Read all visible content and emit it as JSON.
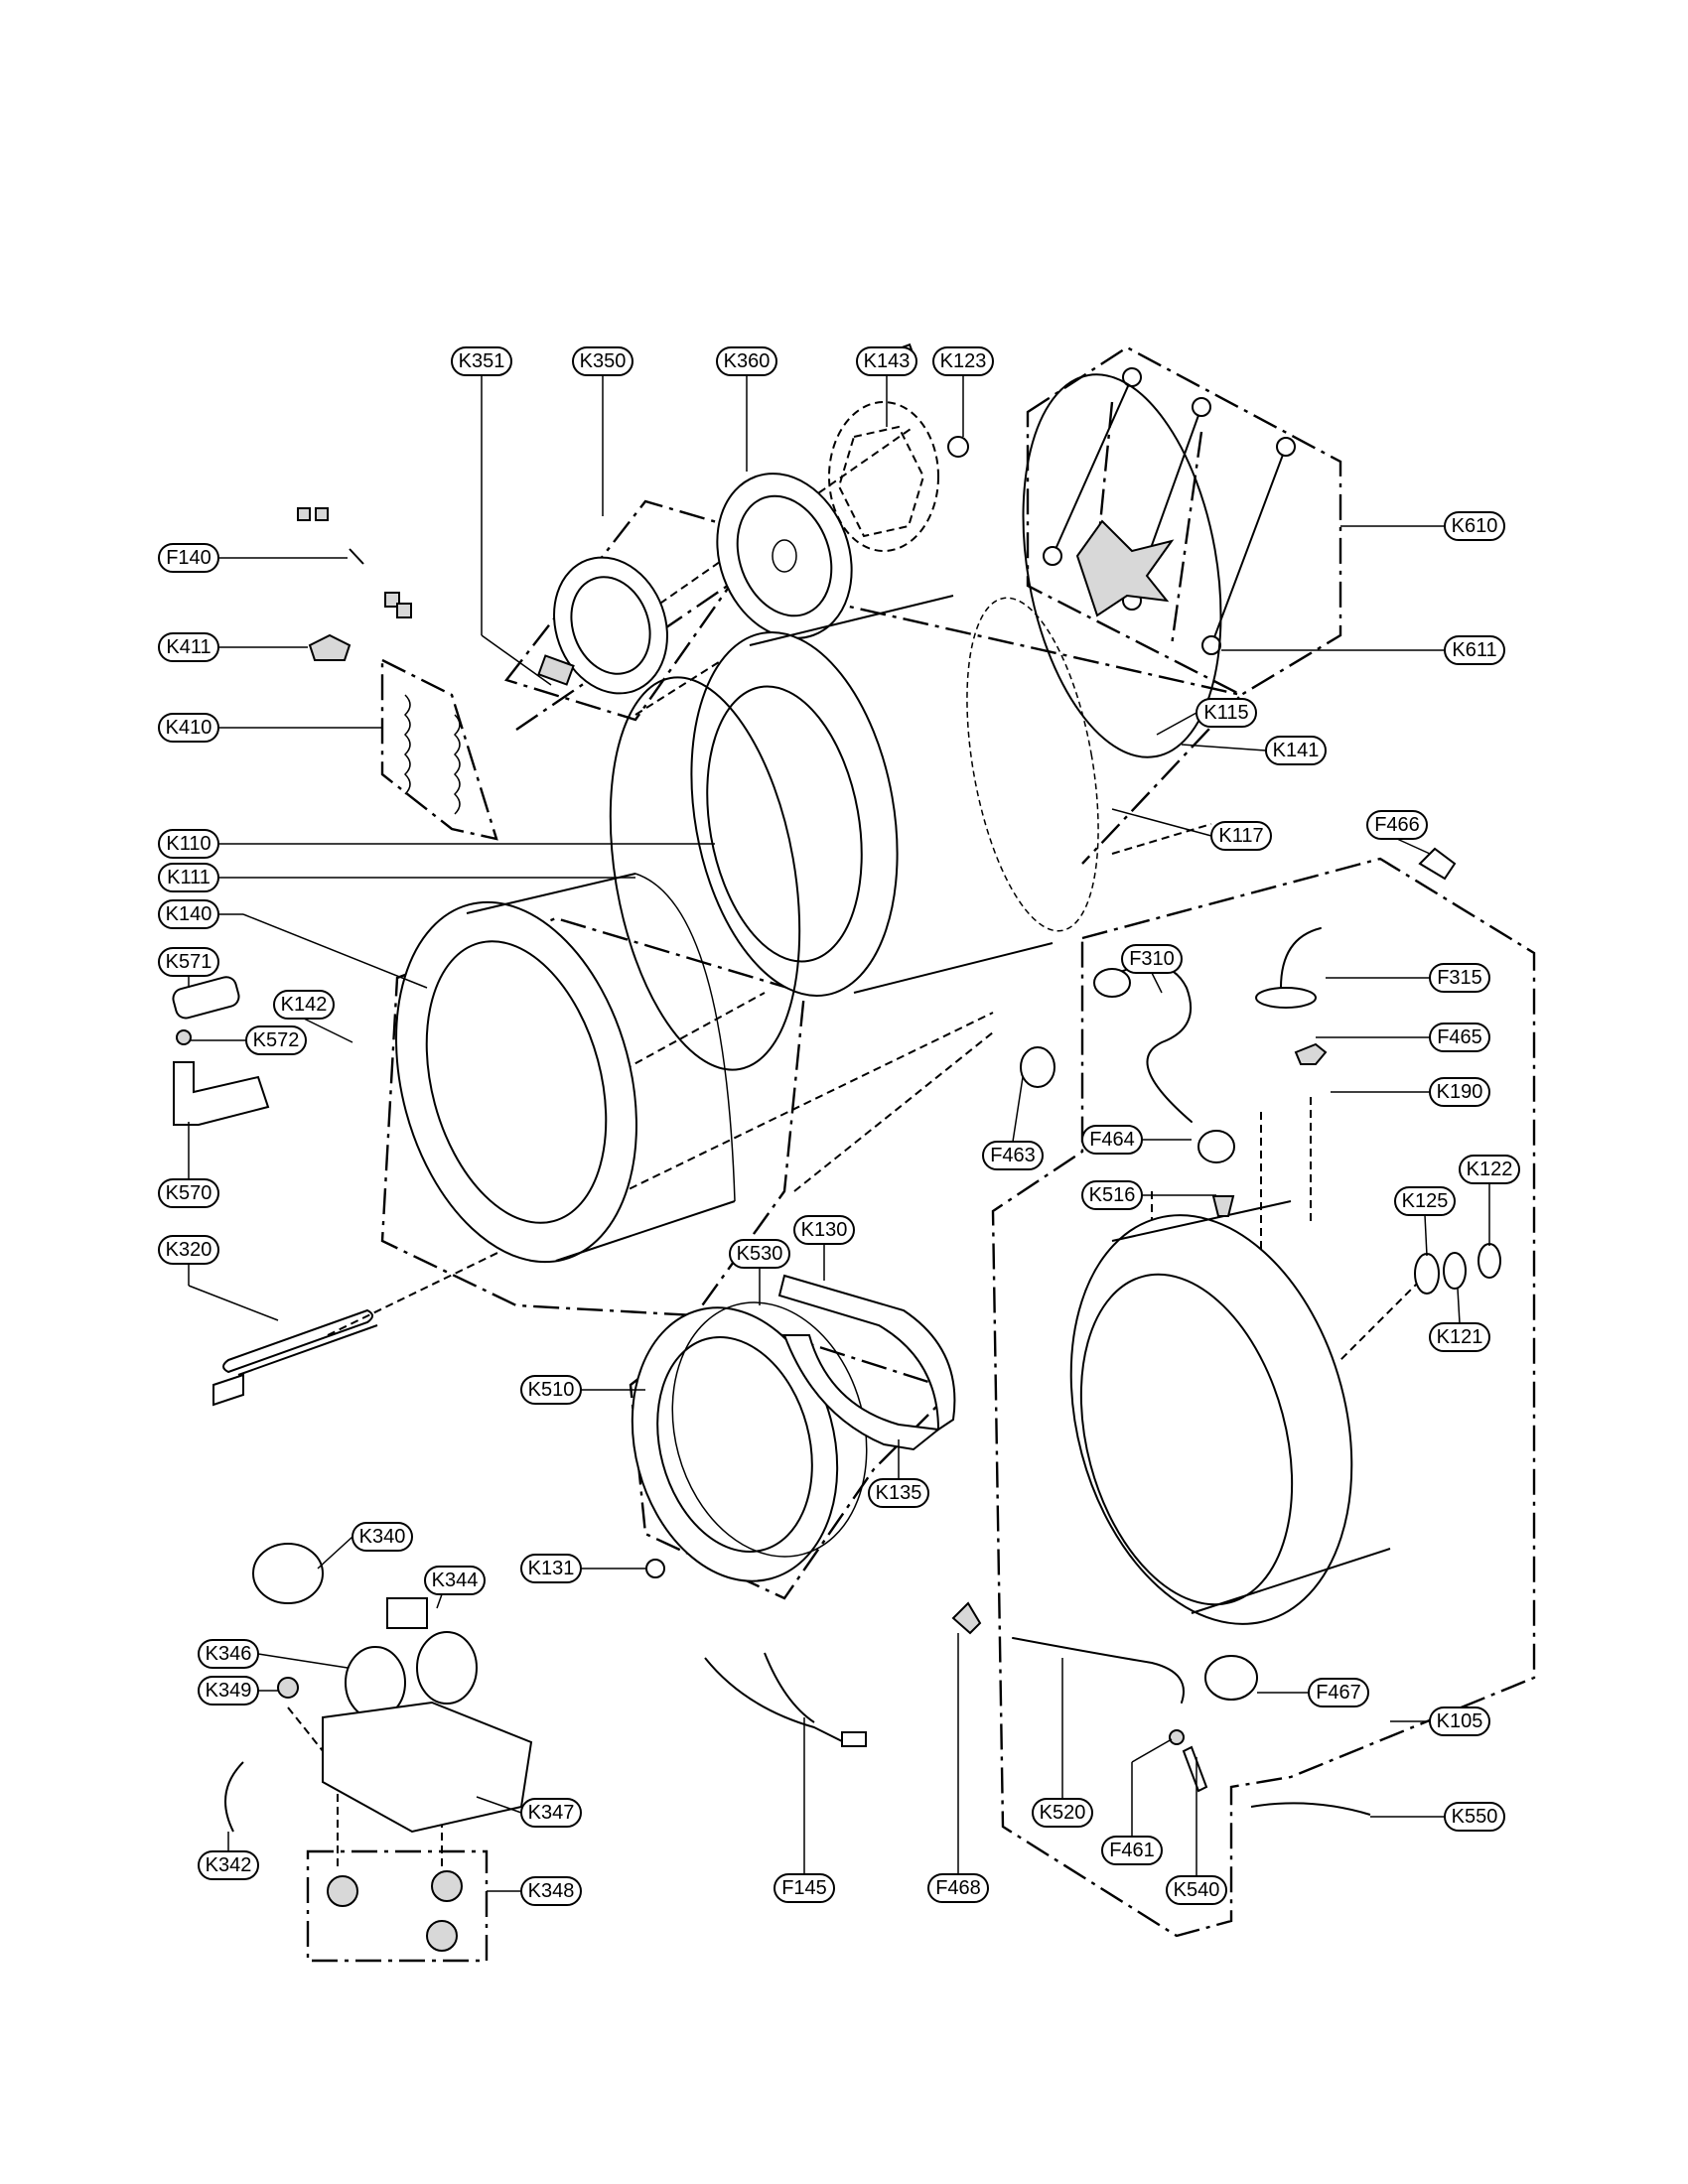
{
  "labels": {
    "K351": "K351",
    "K350": "K350",
    "K360": "K360",
    "K143": "K143",
    "K123": "K123",
    "K610": "K610",
    "K611": "K611",
    "F140": "F140",
    "K411": "K411",
    "K410": "K410",
    "K115": "K115",
    "K141": "K141",
    "K117": "K117",
    "K110": "K110",
    "K111": "K111",
    "K140": "K140",
    "K571": "K571",
    "K142": "K142",
    "K572": "K572",
    "K570": "K570",
    "F466": "F466",
    "F310": "F310",
    "F315": "F315",
    "F465": "F465",
    "K190": "K190",
    "F463": "F463",
    "F464": "F464",
    "K516": "K516",
    "K125": "K125",
    "K122": "K122",
    "K121": "K121",
    "K320": "K320",
    "K130": "K130",
    "K530": "K530",
    "K510": "K510",
    "K135": "K135",
    "K131": "K131",
    "K340": "K340",
    "K344": "K344",
    "K346": "K346",
    "K349": "K349",
    "K347": "K347",
    "K342": "K342",
    "K348": "K348",
    "F145": "F145",
    "F468": "F468",
    "F467": "F467",
    "K105": "K105",
    "K520": "K520",
    "F461": "F461",
    "K540": "K540",
    "K550": "K550"
  }
}
